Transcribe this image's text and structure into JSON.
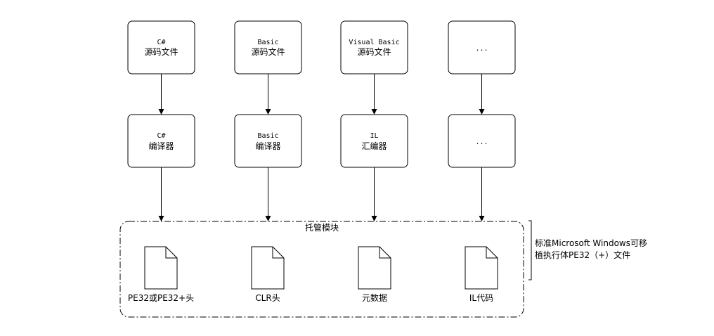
{
  "sources": [
    {
      "line1": "C#",
      "line2": "源码文件"
    },
    {
      "line1": "Basic",
      "line2": "源码文件"
    },
    {
      "line1": "Visual Basic",
      "line2": "源码文件"
    },
    {
      "line1": "...",
      "line2": ""
    }
  ],
  "compilers": [
    {
      "line1": "C#",
      "line2": "编译器"
    },
    {
      "line1": "Basic",
      "line2": "编译器"
    },
    {
      "line1": "IL",
      "line2": "汇编器"
    },
    {
      "line1": "...",
      "line2": ""
    }
  ],
  "module": {
    "title": "托管模块",
    "parts": [
      "PE32或PE32+头",
      "CLR头",
      "元数据",
      "IL代码"
    ]
  },
  "bracket_note": {
    "line1": "标准Microsoft Windows可移",
    "line2": "植执行体PE32（+）文件"
  }
}
